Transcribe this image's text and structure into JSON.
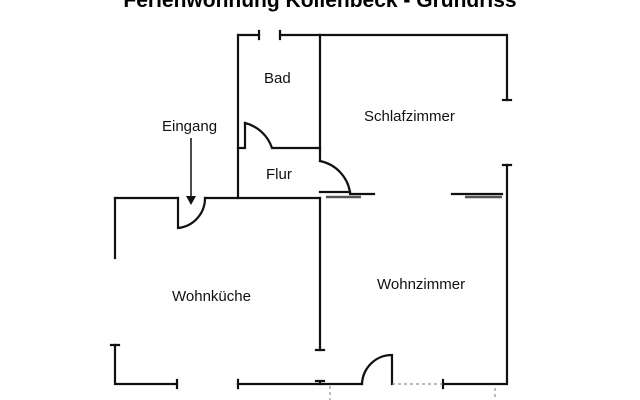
{
  "title": "Ferienwohnung Kollenbeck - Grundriss",
  "rooms": {
    "bad": "Bad",
    "schlafzimmer": "Schlafzimmer",
    "flur": "Flur",
    "wohnkueche": "Wohnküche",
    "wohnzimmer": "Wohnzimmer"
  },
  "annotations": {
    "eingang": "Eingang"
  },
  "colors": {
    "wall": "#111111",
    "window": "#555555"
  }
}
